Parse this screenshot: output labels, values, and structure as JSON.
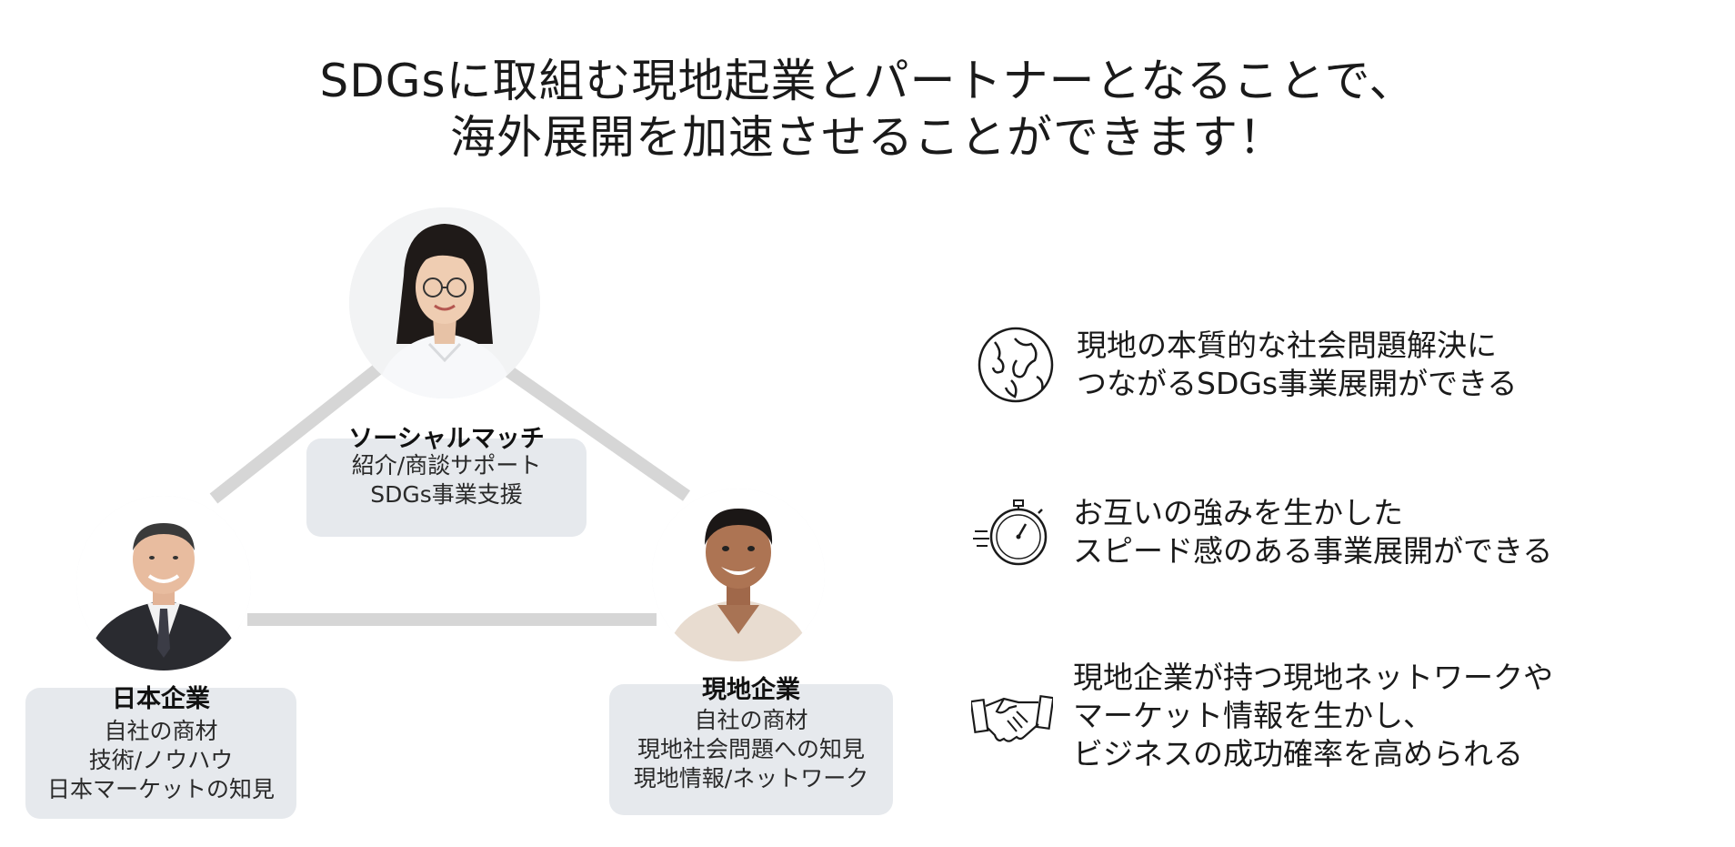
{
  "headline": {
    "line1": "SDGsに取組む現地起業とパートナーとなることで、",
    "line2": "海外展開を加速させることができます！"
  },
  "nodes": {
    "socialmatch": {
      "name": "ソーシャルマッチ",
      "lines": [
        "紹介/商談サポート",
        "SDGs事業支援"
      ]
    },
    "japan": {
      "name": "日本企業",
      "lines": [
        "自社の商材",
        "技術/ノウハウ",
        "日本マーケットの知見"
      ]
    },
    "local": {
      "name": "現地企業",
      "lines": [
        "自社の商材",
        "現地社会問題への知見",
        "現地情報/ネットワーク"
      ]
    }
  },
  "benefits": [
    {
      "icon": "globe-icon",
      "lines": [
        "現地の本質的な社会問題解決に",
        "つながるSDGs事業展開ができる"
      ]
    },
    {
      "icon": "stopwatch-icon",
      "lines": [
        "お互いの強みを生かした",
        "スピード感のある事業展開ができる"
      ]
    },
    {
      "icon": "handshake-icon",
      "lines": [
        "現地企業が持つ現地ネットワークや",
        "マーケット情報を生かし、",
        "ビジネスの成功確率を高められる"
      ]
    }
  ],
  "colors": {
    "connector": "#d6d6d6",
    "box": "#e6e9ed",
    "text": "#1a1a1a"
  }
}
